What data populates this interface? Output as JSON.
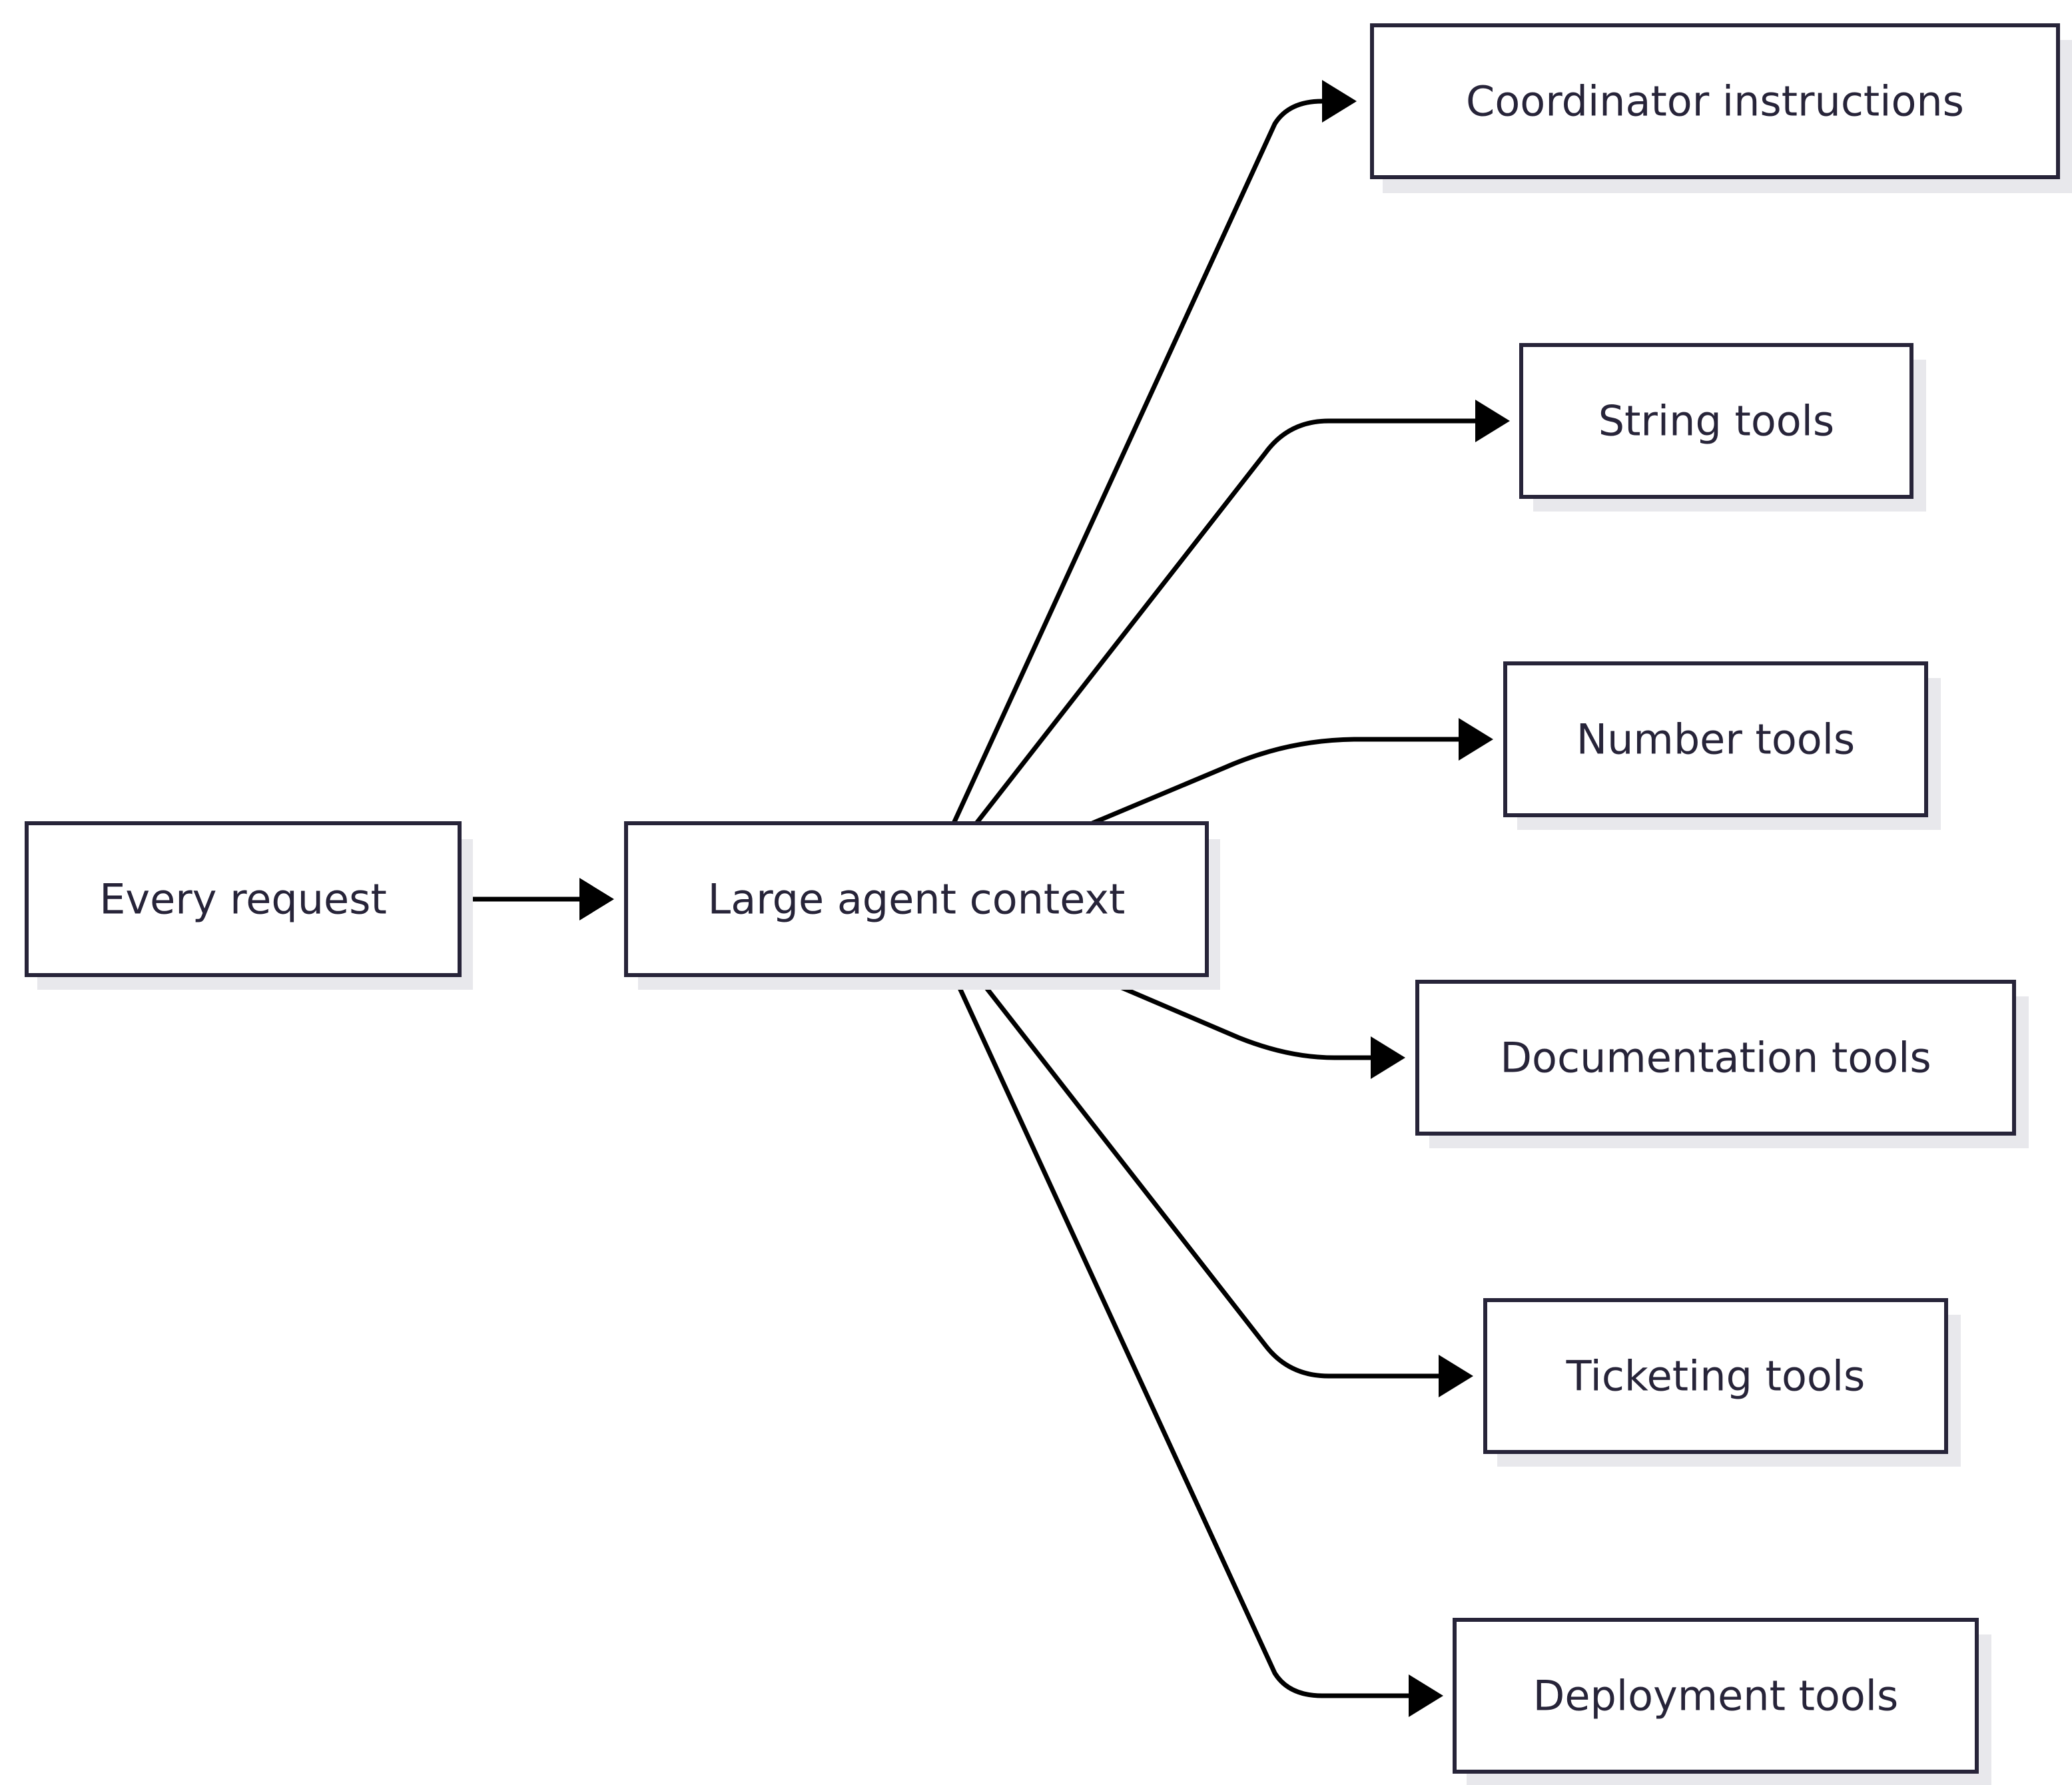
{
  "colors": {
    "node_border": "#272439",
    "node_fill": "#ffffff",
    "node_text": "#272439",
    "node_shadow": "#e8e8ec",
    "edge": "#000000",
    "background": "#ffffff"
  },
  "nodes": {
    "every_request": {
      "label": "Every request"
    },
    "large_agent_context": {
      "label": "Large agent context"
    },
    "coordinator_instructions": {
      "label": "Coordinator instructions"
    },
    "string_tools": {
      "label": "String tools"
    },
    "number_tools": {
      "label": "Number tools"
    },
    "documentation_tools": {
      "label": "Documentation tools"
    },
    "ticketing_tools": {
      "label": "Ticketing tools"
    },
    "deployment_tools": {
      "label": "Deployment tools"
    }
  },
  "edges": [
    {
      "from": "every_request",
      "to": "large_agent_context"
    },
    {
      "from": "large_agent_context",
      "to": "coordinator_instructions"
    },
    {
      "from": "large_agent_context",
      "to": "string_tools"
    },
    {
      "from": "large_agent_context",
      "to": "number_tools"
    },
    {
      "from": "large_agent_context",
      "to": "documentation_tools"
    },
    {
      "from": "large_agent_context",
      "to": "ticketing_tools"
    },
    {
      "from": "large_agent_context",
      "to": "deployment_tools"
    }
  ]
}
